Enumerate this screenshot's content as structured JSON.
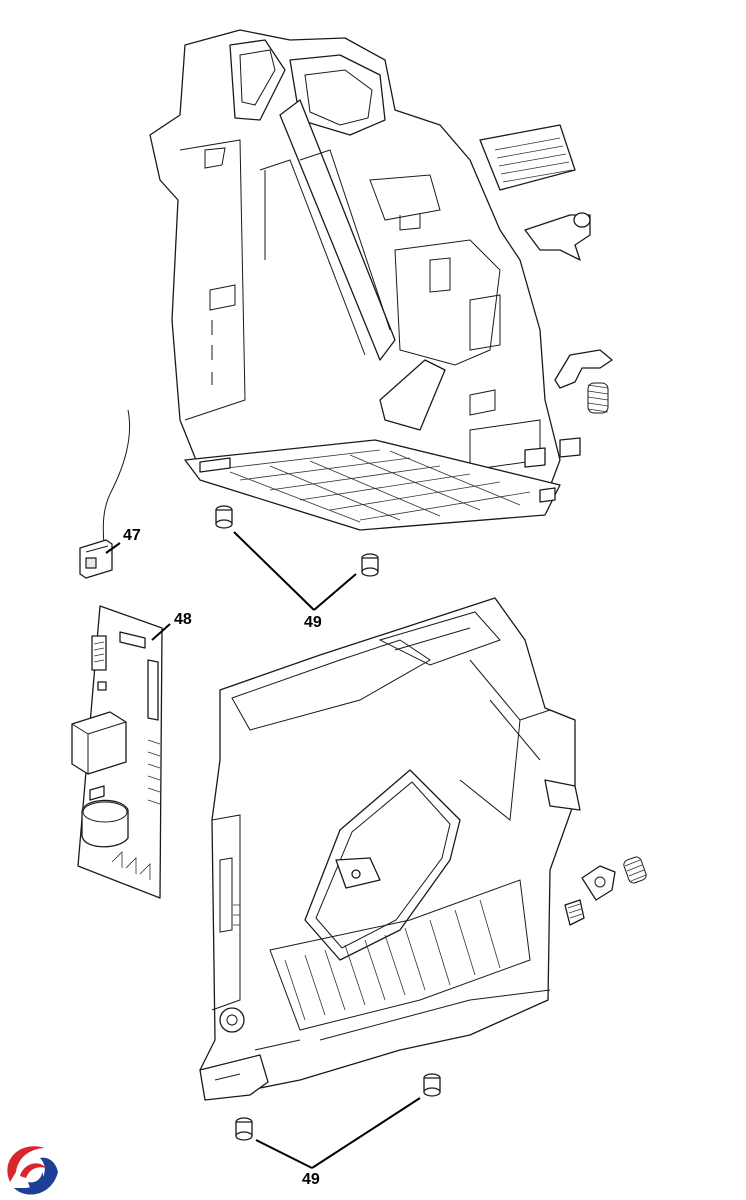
{
  "callouts": {
    "c47": "47",
    "c48": "48",
    "c49_top": "49",
    "c49_bottom": "49"
  },
  "logo": {
    "icon": "brand-swirl-logo",
    "colors": [
      "#d9262b",
      "#1d3f95"
    ]
  }
}
